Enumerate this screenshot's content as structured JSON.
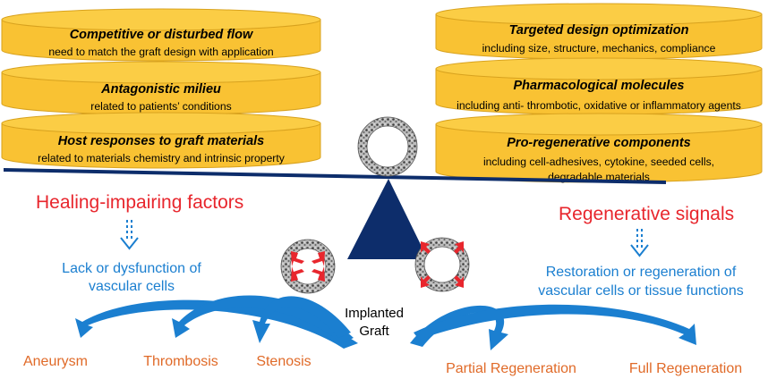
{
  "left_stack": [
    {
      "title": "Competitive or disturbed flow",
      "subtitle": "need to match the graft design with application"
    },
    {
      "title": "Antagonistic milieu",
      "subtitle": "related to patients’ conditions"
    },
    {
      "title": "Host responses to graft materials",
      "subtitle": "related to materials chemistry and intrinsic property"
    }
  ],
  "right_stack": [
    {
      "title": "Targeted design optimization",
      "subtitle_lines": [
        "including size, structure, mechanics, compliance"
      ]
    },
    {
      "title": "Pharmacological molecules",
      "subtitle_lines": [
        "including anti- thrombotic, oxidative or inflammatory agents"
      ]
    },
    {
      "title": "Pro-regenerative components",
      "subtitle_lines": [
        "including cell-adhesives, cytokine, seeded cells,",
        "degradable materials"
      ]
    }
  ],
  "left_heading": "Healing-impairing factors",
  "right_heading": "Regenerative signals",
  "left_result_lines": [
    "Lack or dysfunction of",
    "vascular cells"
  ],
  "right_result_lines": [
    "Restoration or regeneration of",
    "vascular cells or tissue functions"
  ],
  "center_label_lines": [
    "Implanted",
    "Graft"
  ],
  "negative_outcomes": [
    "Aneurysm",
    "Thrombosis",
    "Stenosis"
  ],
  "positive_outcomes": [
    "Partial Regeneration",
    "Full Regeneration"
  ],
  "colors": {
    "disc_fill": "#f9c233",
    "disc_edge": "#d8a21e",
    "red": "#e8262d",
    "blue": "#1b7fd0",
    "orange": "#e06a28",
    "navy": "#0d2d6b"
  }
}
